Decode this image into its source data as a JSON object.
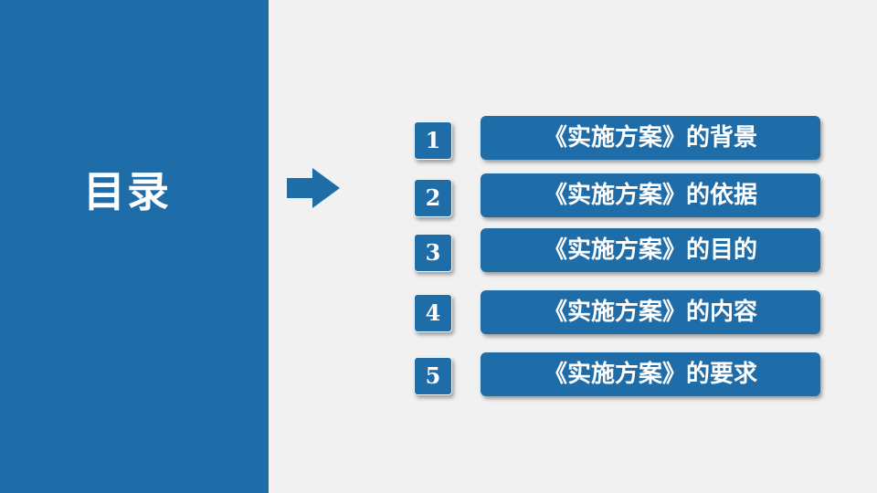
{
  "title": "目录",
  "items": [
    {
      "number": "1",
      "label": "《实施方案》的背景"
    },
    {
      "number": "2",
      "label": "《实施方案》的依据"
    },
    {
      "number": "3",
      "label": "《实施方案》的目的"
    },
    {
      "number": "4",
      "label": "《实施方案》的内容"
    },
    {
      "number": "5",
      "label": "《实施方案》的要求"
    }
  ],
  "colors": {
    "accent": "#1f6da8",
    "background": "#f1f1f1",
    "text": "#ffffff"
  },
  "icons": {
    "arrow": "arrow-right-icon"
  }
}
